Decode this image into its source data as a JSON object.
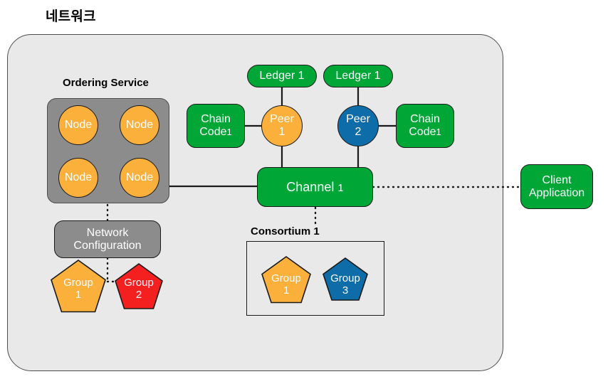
{
  "diagram": {
    "title": "네트워크",
    "type": "hyperledger-fabric-network-topology",
    "colors": {
      "green": "#00A636",
      "gray": "#8C8C8C",
      "orange": "#FBB03B",
      "blue": "#0E6CA8",
      "red": "#F42020",
      "network_background": "#E9E9E9",
      "stroke": "#1a1a1a"
    }
  },
  "sections": {
    "ordering_service_title": "Ordering Service",
    "consortium_title": "Consortium 1"
  },
  "ordering_nodes": [
    {
      "label": "Node"
    },
    {
      "label": "Node"
    },
    {
      "label": "Node"
    },
    {
      "label": "Node"
    }
  ],
  "ledgers": [
    {
      "label": "Ledger 1"
    },
    {
      "label": "Ledger 1"
    }
  ],
  "chaincodes": [
    {
      "line1": "Chain",
      "line2": "Code",
      "num": "1"
    },
    {
      "line1": "Chain",
      "line2": "Code",
      "num": "1"
    }
  ],
  "peers": [
    {
      "line1": "Peer",
      "line2": "1",
      "color": "orange"
    },
    {
      "line1": "Peer",
      "line2": "2",
      "color": "blue"
    }
  ],
  "channel": {
    "label": "Channel",
    "num": "1"
  },
  "network_configuration": {
    "line1": "Network",
    "line2": "Configuration"
  },
  "client_application": {
    "line1": "Client",
    "line2": "Application"
  },
  "config_groups": [
    {
      "line1": "Group",
      "line2": "1",
      "color": "orange"
    },
    {
      "line1": "Group",
      "line2": "2",
      "color": "red"
    }
  ],
  "consortium_groups": [
    {
      "line1": "Group",
      "line2": "1",
      "color": "orange"
    },
    {
      "line1": "Group",
      "line2": "3",
      "color": "blue"
    }
  ]
}
